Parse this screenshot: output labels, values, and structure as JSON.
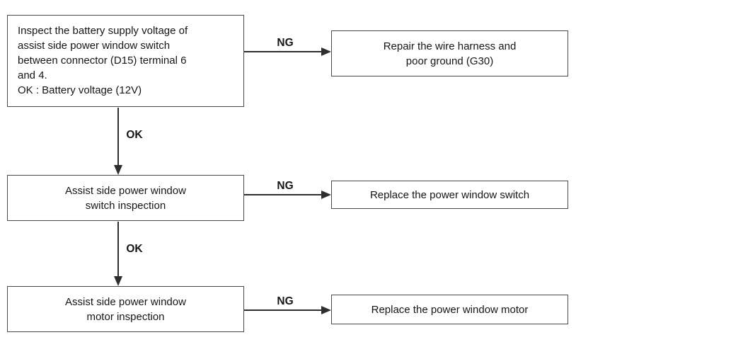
{
  "colors": {
    "background": "#ffffff",
    "box_border": "#4a4a4a",
    "connector": "#2e2e2e",
    "text": "#161616"
  },
  "labels": {
    "ok": "OK",
    "ng": "NG"
  },
  "nodes": {
    "step1": {
      "lines": [
        "Inspect the battery supply voltage of",
        "assist side power window switch",
        "between connector (D15) terminal 6",
        "and 4.",
        "OK : Battery voltage (12V)"
      ]
    },
    "step2": {
      "lines": [
        "Assist side power window",
        "switch inspection"
      ]
    },
    "step3": {
      "lines": [
        "Assist side power window",
        "motor inspection"
      ]
    },
    "result1": {
      "lines": [
        "Repair the wire harness and",
        "poor ground (G30)"
      ]
    },
    "result2": {
      "lines": [
        "Replace the power window switch"
      ]
    },
    "result3": {
      "lines": [
        "Replace the power window motor"
      ]
    }
  }
}
